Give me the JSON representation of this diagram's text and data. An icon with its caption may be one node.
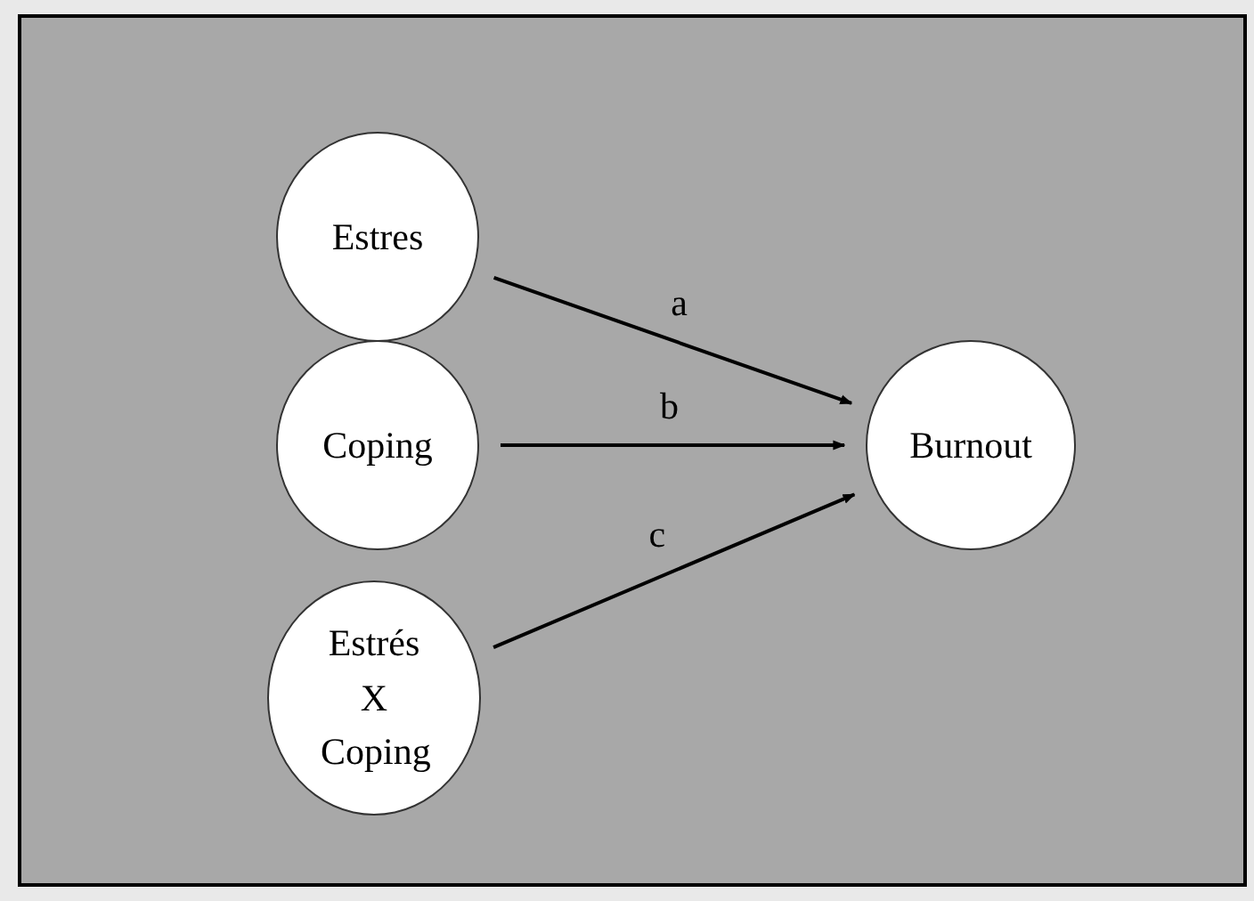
{
  "diagram": {
    "nodes": [
      {
        "text": [
          "Estres"
        ]
      },
      {
        "text": [
          "Coping"
        ]
      },
      {
        "text": [
          "Estrés X Coping"
        ]
      },
      {
        "text": [
          "Burnout"
        ]
      }
    ],
    "edges": [
      {
        "from": 0,
        "to": 3,
        "arrow": "to",
        "label": "a"
      },
      {
        "from": 1,
        "to": 3,
        "arrow": "to",
        "label": "b"
      },
      {
        "from": 2,
        "to": 3,
        "arrow": "to",
        "label": "c"
      }
    ]
  }
}
